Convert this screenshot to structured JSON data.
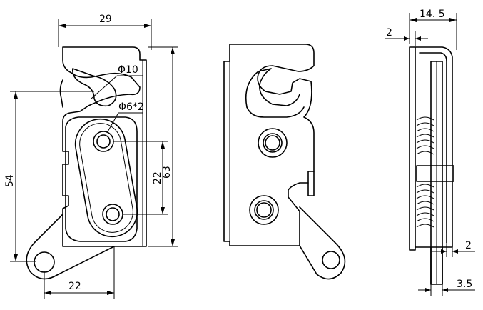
{
  "dimensions": {
    "top_width": "29",
    "hole_large": "Φ10",
    "holes_small": "Φ6*2",
    "left_height": "54",
    "hole_spacing": "22",
    "overall_height": "63",
    "bottom_offset": "22",
    "side_depth": "14. 5",
    "side_top_gap": "2",
    "side_right_gap": "2",
    "side_bottom": "3.5"
  }
}
